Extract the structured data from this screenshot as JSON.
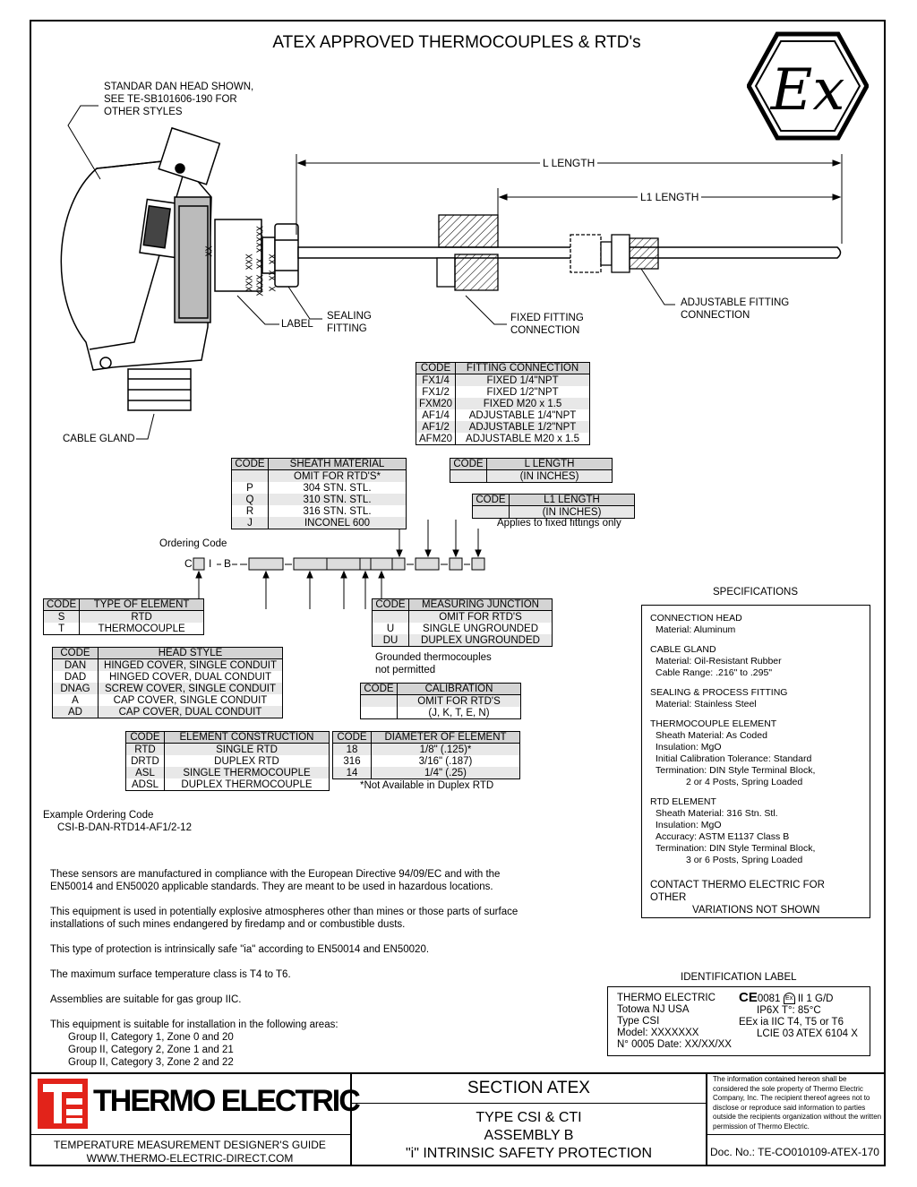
{
  "title": "ATEX APPROVED THERMOCOUPLES & RTD's",
  "ex_logo": "Ex",
  "callouts": {
    "head_note": [
      "STANDAR DAN HEAD SHOWN,",
      "SEE TE-SB101606-190 FOR",
      "OTHER STYLES"
    ],
    "label": "LABEL",
    "sealing": [
      "SEALING",
      "FITTING"
    ],
    "fixed": [
      "FIXED FITTING",
      "CONNECTION"
    ],
    "adjustable": [
      "ADJUSTABLE FITTING",
      "CONNECTION"
    ],
    "cable_gland": "CABLE GLAND",
    "l_length": "L LENGTH",
    "l1_length": "L1 LENGTH",
    "label_marks": [
      "XX",
      "XXX  XXX",
      "XXXX  XX  XXXXX",
      "X  XX  XX"
    ]
  },
  "fitting_table": {
    "headers": [
      "CODE",
      "FITTING CONNECTION"
    ],
    "rows": [
      [
        "FX1/4",
        "FIXED 1/4\"NPT"
      ],
      [
        "FX1/2",
        "FIXED 1/2\"NPT"
      ],
      [
        "FXM20",
        "FIXED M20 x 1.5"
      ],
      [
        "AF1/4",
        "ADJUSTABLE 1/4\"NPT"
      ],
      [
        "AF1/2",
        "ADJUSTABLE 1/2\"NPT"
      ],
      [
        "AFM20",
        "ADJUSTABLE M20 x 1.5"
      ]
    ]
  },
  "sheath_table": {
    "headers": [
      "CODE",
      "SHEATH MATERIAL"
    ],
    "rows": [
      [
        "",
        "OMIT FOR RTD'S*"
      ],
      [
        "P",
        "304 STN. STL."
      ],
      [
        "Q",
        "310 STN. STL."
      ],
      [
        "R",
        "316 STN. STL."
      ],
      [
        "J",
        "INCONEL 600"
      ]
    ]
  },
  "l_length_table": {
    "headers": [
      "CODE",
      "L LENGTH"
    ],
    "rows": [
      [
        "",
        "(IN INCHES)"
      ]
    ]
  },
  "l1_length_table": {
    "headers": [
      "CODE",
      "L1 LENGTH"
    ],
    "rows": [
      [
        "",
        "(IN INCHES)"
      ]
    ],
    "note": "Applies to fixed fittings only"
  },
  "ordering": {
    "label": "Ordering Code",
    "prefix": [
      "C",
      "I",
      "B"
    ]
  },
  "element_type_table": {
    "headers": [
      "CODE",
      "TYPE OF ELEMENT"
    ],
    "rows": [
      [
        "S",
        "RTD"
      ],
      [
        "T",
        "THERMOCOUPLE"
      ]
    ]
  },
  "head_style_table": {
    "headers": [
      "CODE",
      "HEAD STYLE"
    ],
    "rows": [
      [
        "DAN",
        "HINGED COVER, SINGLE CONDUIT"
      ],
      [
        "DAD",
        "HINGED COVER, DUAL CONDUIT"
      ],
      [
        "DNAG",
        "SCREW COVER, SINGLE CONDUIT"
      ],
      [
        "A",
        "CAP COVER, SINGLE CONDUIT"
      ],
      [
        "AD",
        "CAP COVER, DUAL CONDUIT"
      ]
    ]
  },
  "construction_table": {
    "headers": [
      "CODE",
      "ELEMENT CONSTRUCTION"
    ],
    "rows": [
      [
        "RTD",
        "SINGLE RTD"
      ],
      [
        "DRTD",
        "DUPLEX RTD"
      ],
      [
        "ASL",
        "SINGLE THERMOCOUPLE"
      ],
      [
        "ADSL",
        "DUPLEX THERMOCOUPLE"
      ]
    ]
  },
  "diameter_table": {
    "headers": [
      "CODE",
      "DIAMETER OF ELEMENT"
    ],
    "rows": [
      [
        "18",
        "1/8\" (.125)*"
      ],
      [
        "316",
        "3/16\" (.187)"
      ],
      [
        "14",
        "1/4\" (.25)"
      ]
    ],
    "note": "*Not Available in Duplex RTD"
  },
  "junction_table": {
    "headers": [
      "CODE",
      "MEASURING JUNCTION"
    ],
    "rows": [
      [
        "",
        "OMIT FOR RTD'S"
      ],
      [
        "U",
        "SINGLE UNGROUNDED"
      ],
      [
        "DU",
        "DUPLEX UNGROUNDED"
      ]
    ],
    "note": [
      "Grounded thermocouples",
      "not permitted"
    ]
  },
  "calibration_table": {
    "headers": [
      "CODE",
      "CALIBRATION"
    ],
    "rows": [
      [
        "",
        "OMIT FOR RTD'S"
      ],
      [
        "",
        "(J, K, T, E, N)"
      ]
    ]
  },
  "example": {
    "label": "Example Ordering Code",
    "code": "CSI-B-DAN-RTD14-AF1/2-12"
  },
  "specifications": {
    "title": "SPECIFICATIONS",
    "groups": [
      {
        "head": "CONNECTION HEAD",
        "lines": [
          "Material: Aluminum"
        ]
      },
      {
        "head": "CABLE GLAND",
        "lines": [
          "Material: Oil-Resistant Rubber",
          "Cable Range: .216\" to .295\""
        ]
      },
      {
        "head": "SEALING & PROCESS FITTING",
        "lines": [
          "Material: Stainless Steel"
        ]
      },
      {
        "head": "THERMOCOUPLE ELEMENT",
        "lines": [
          "Sheath Material: As Coded",
          "Insulation: MgO",
          "Initial Calibration Tolerance: Standard",
          "Termination: DIN Style Terminal Block,"
        ],
        "cont": "2 or 4 Posts, Spring Loaded"
      },
      {
        "head": "RTD ELEMENT",
        "lines": [
          "Sheath Material: 316 Stn. Stl.",
          "Insulation: MgO",
          "Accuracy: ASTM E1137 Class B",
          "Termination: DIN Style Terminal Block,"
        ],
        "cont": "3 or 6 Posts, Spring Loaded"
      }
    ],
    "contact": [
      "CONTACT THERMO ELECTRIC FOR OTHER",
      "VARIATIONS NOT SHOWN"
    ]
  },
  "compliance": [
    [
      "These sensors are manufactured in compliance with the European Directive 94/09/EC and with the",
      "EN50014 and EN50020 applicable standards.  They are meant to be used in hazardous locations."
    ],
    [
      "This equipment is used in potentially explosive atmospheres other than mines or those parts of surface",
      "installations of such mines endangered by firedamp and or combustible dusts."
    ],
    [
      "This type of protection is intrinsically safe \"ia\" according to EN50014 and EN50020."
    ],
    [
      "The maximum surface temperature class is T4  to T6."
    ],
    [
      "Assemblies are suitable for gas group IIC."
    ],
    [
      "This equipment is suitable for installation in the following areas:"
    ]
  ],
  "areas": [
    "Group II, Category 1, Zone 0 and 20",
    "Group II, Category 2, Zone 1 and 21",
    "Group II, Category 3, Zone 2 and 22"
  ],
  "id_label": {
    "title": "IDENTIFICATION LABEL",
    "left": [
      "THERMO ELECTRIC",
      "Totowa NJ USA",
      "Type CSI",
      "Model: XXXXXXX",
      "N° 0005    Date: XX/XX/XX"
    ],
    "ce": "CE",
    "ce_num": "0081",
    "ex_mark": "Ex",
    "right": [
      "II 1 G/D",
      "IP6X  T°: 85°C",
      "EEx ia IIC T4, T5 or T6",
      "LCIE 03 ATEX 6104 X"
    ]
  },
  "footer": {
    "brand": "THERMO ELECTRIC",
    "guide": "TEMPERATURE MEASUREMENT DESIGNER'S GUIDE",
    "url": "WWW.THERMO-ELECTRIC-DIRECT.COM",
    "section": "SECTION ATEX",
    "type_lines": [
      "TYPE CSI & CTI",
      "ASSEMBLY B",
      "\"i\" INTRINSIC SAFETY PROTECTION"
    ],
    "legal": "The information contained hereon shall be considered the sole property of Thermo Electric Company, Inc. The recipient thereof agrees not to disclose or reproduce said information to parties outside the recipients organization without the written permission of Thermo Electric.",
    "doc_no": "Doc. No.: TE-CO010109-ATEX-170",
    "brand_red": "#e2231a"
  }
}
